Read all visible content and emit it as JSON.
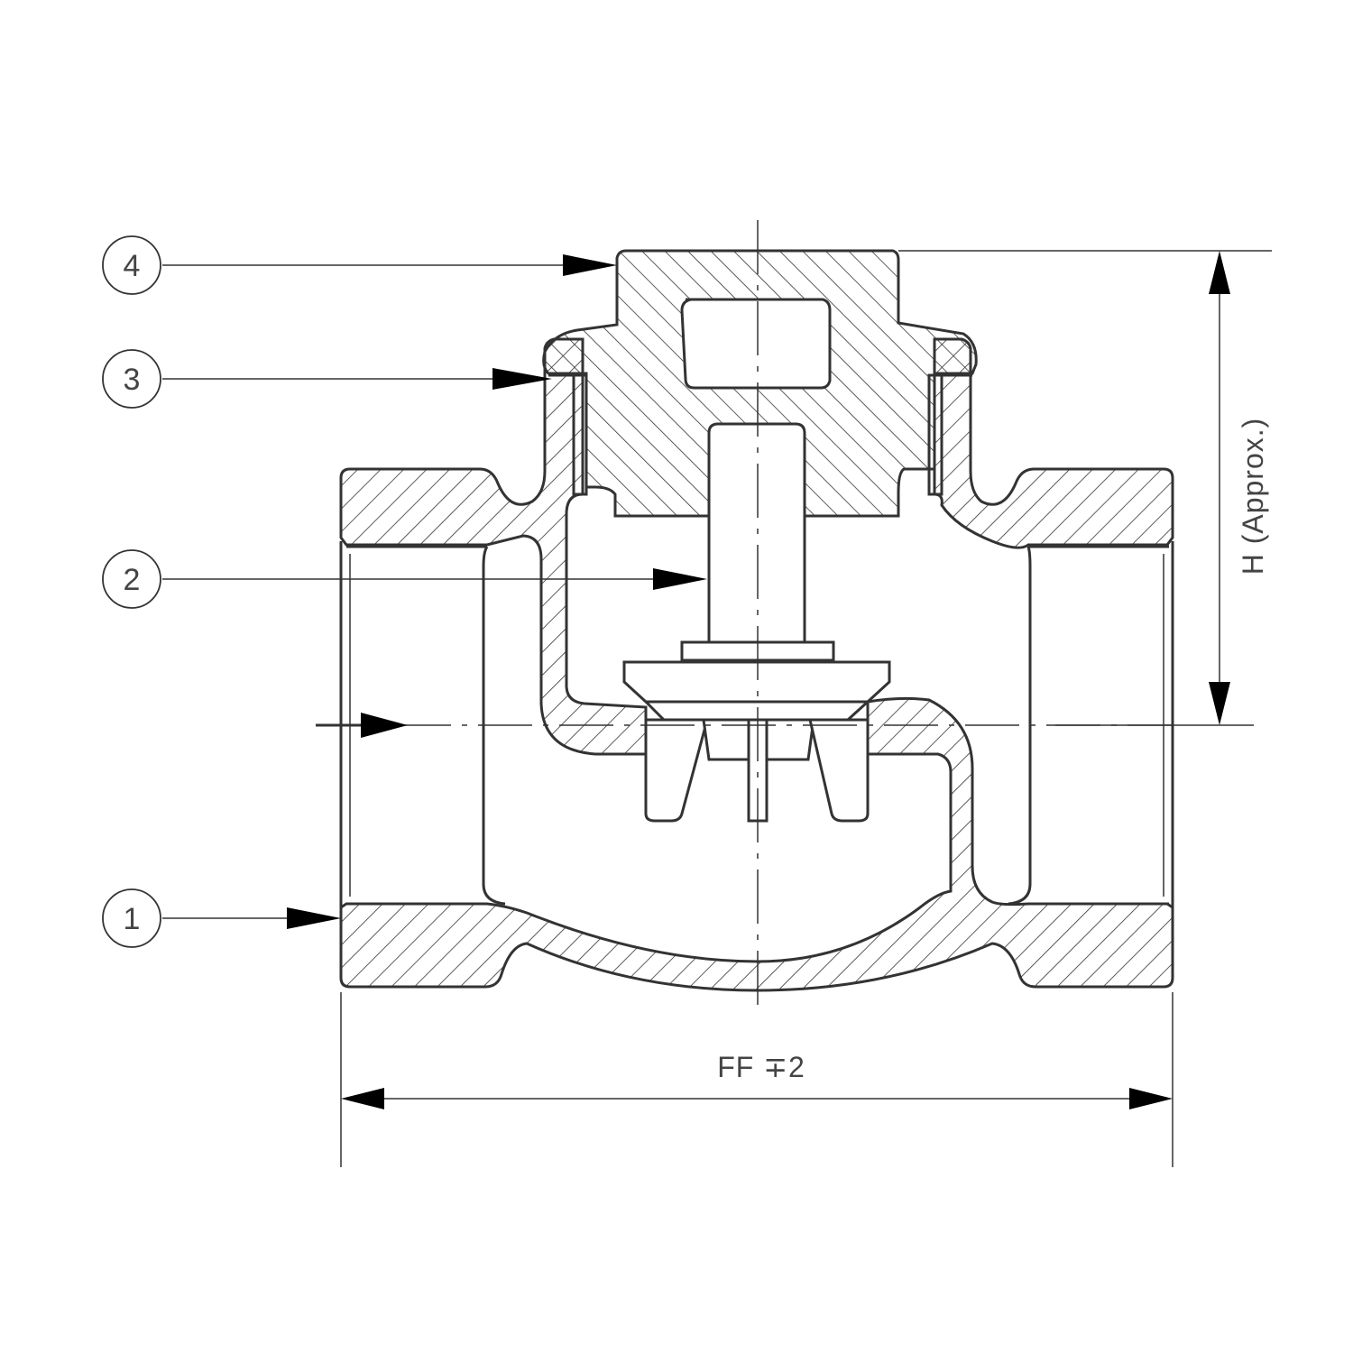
{
  "callouts": [
    {
      "id": "1"
    },
    {
      "id": "2"
    },
    {
      "id": "3"
    },
    {
      "id": "4"
    }
  ],
  "dimensions": {
    "face_to_face": "FF ∓2",
    "height": "H (Approx.)"
  }
}
